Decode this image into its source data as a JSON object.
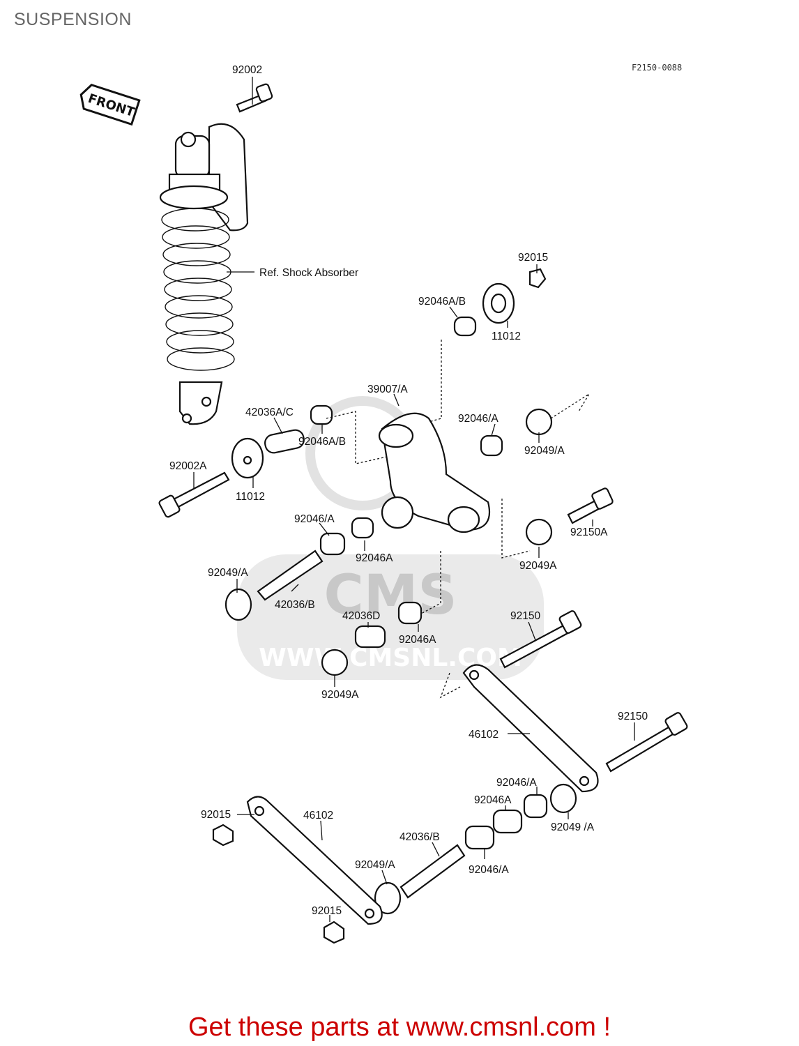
{
  "page": {
    "title": "SUSPENSION",
    "figure_code": "F2150-0088"
  },
  "front_marker": "FRONT",
  "watermark": {
    "brand": "CMS",
    "url": "WWW.CMSNL.COM"
  },
  "labels": {
    "l_92002": "92002",
    "l_ref_shock": "Ref. Shock Absorber",
    "l_92015_top": "92015",
    "l_92046ab_top": "92046A/B",
    "l_11012_right": "11012",
    "l_39007a": "39007/A",
    "l_42036ac": "42036A/C",
    "l_92046ab_mid": "92046A/B",
    "l_92046a_right": "92046/A",
    "l_92049a_right": "92049/A",
    "l_92002a": "92002A",
    "l_11012_left": "11012",
    "l_92046a_left": "92046/A",
    "l_92046A_mid": "92046A",
    "l_92150a": "92150A",
    "l_92049a_left": "92049/A",
    "l_42036b_mid": "42036/B",
    "l_92049A_right": "92049A",
    "l_42036d": "42036D",
    "l_92046A_low": "92046A",
    "l_92150_upper": "92150",
    "l_92049A_low": "92049A",
    "l_46102_right": "46102",
    "l_92150_lower": "92150",
    "l_92046a_lowright": "92046/A",
    "l_92046A_lowright": "92046A",
    "l_92049_lowright": "92049 /A",
    "l_92015_left": "92015",
    "l_46102_left": "46102",
    "l_42036b_low": "42036/B",
    "l_92049a_low": "92049/A",
    "l_92046a_bottom": "92046/A",
    "l_92015_bottom": "92015"
  },
  "footer": {
    "text": "Get these parts at www.cmsnl.com !"
  }
}
